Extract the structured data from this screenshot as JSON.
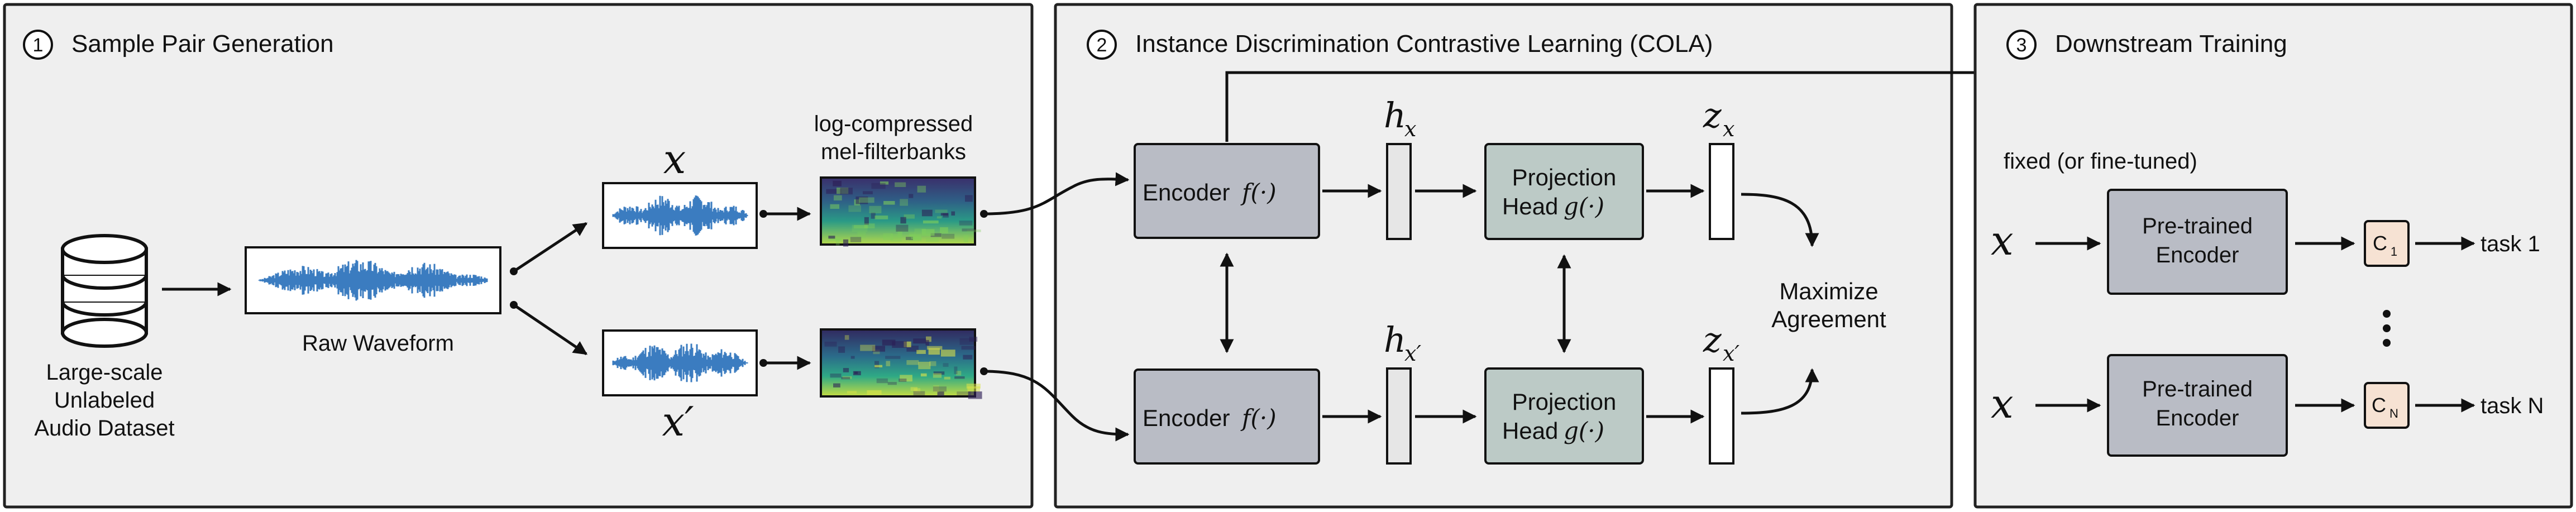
{
  "colors": {
    "panel_bg": "#efefef",
    "panel_border": "#222222",
    "encoder_fill": "#b9bcc5",
    "projection_fill": "#bccac6",
    "waveform_blue": "#3b7cc0",
    "classifier_fill": "#f6e2d3",
    "arrow": "#111111"
  },
  "panels": [
    {
      "number": "1",
      "title": "Sample Pair Generation"
    },
    {
      "number": "2",
      "title": "Instance Discrimination Contrastive Learning (COLA)"
    },
    {
      "number": "3",
      "title": "Downstream Training"
    }
  ],
  "panel1": {
    "dataset_label": [
      "Large-scale",
      "Unlabeled",
      "Audio Dataset"
    ],
    "waveform_label": "Raw Waveform",
    "x_label": "x",
    "x_prime_label": "x′",
    "spectrogram_label": [
      "log-compressed",
      "mel-filterbanks"
    ],
    "icons": [
      "database-icon",
      "waveform-icon",
      "spectrogram-icon"
    ]
  },
  "panel2": {
    "encoder_label": "Encoder",
    "encoder_fn": "f(·)",
    "projection_label_top": "Projection",
    "projection_label_bottom": "Head",
    "projection_fn": "g(·)",
    "h_x": "h",
    "h_x_sub": "x",
    "h_xp_sub": "x′",
    "z_x": "z",
    "z_x_sub": "x",
    "z_xp_sub": "x′",
    "objective": [
      "Maximize",
      "Agreement"
    ]
  },
  "panel3": {
    "fixed_label": "fixed (or fine-tuned)",
    "input_label": "x",
    "pretrained_label": [
      "Pre-trained",
      "Encoder"
    ],
    "classifier_1": "C",
    "classifier_1_sub": "1",
    "classifier_n": "C",
    "classifier_n_sub": "N",
    "task_1": "task 1",
    "task_n": "task N"
  }
}
